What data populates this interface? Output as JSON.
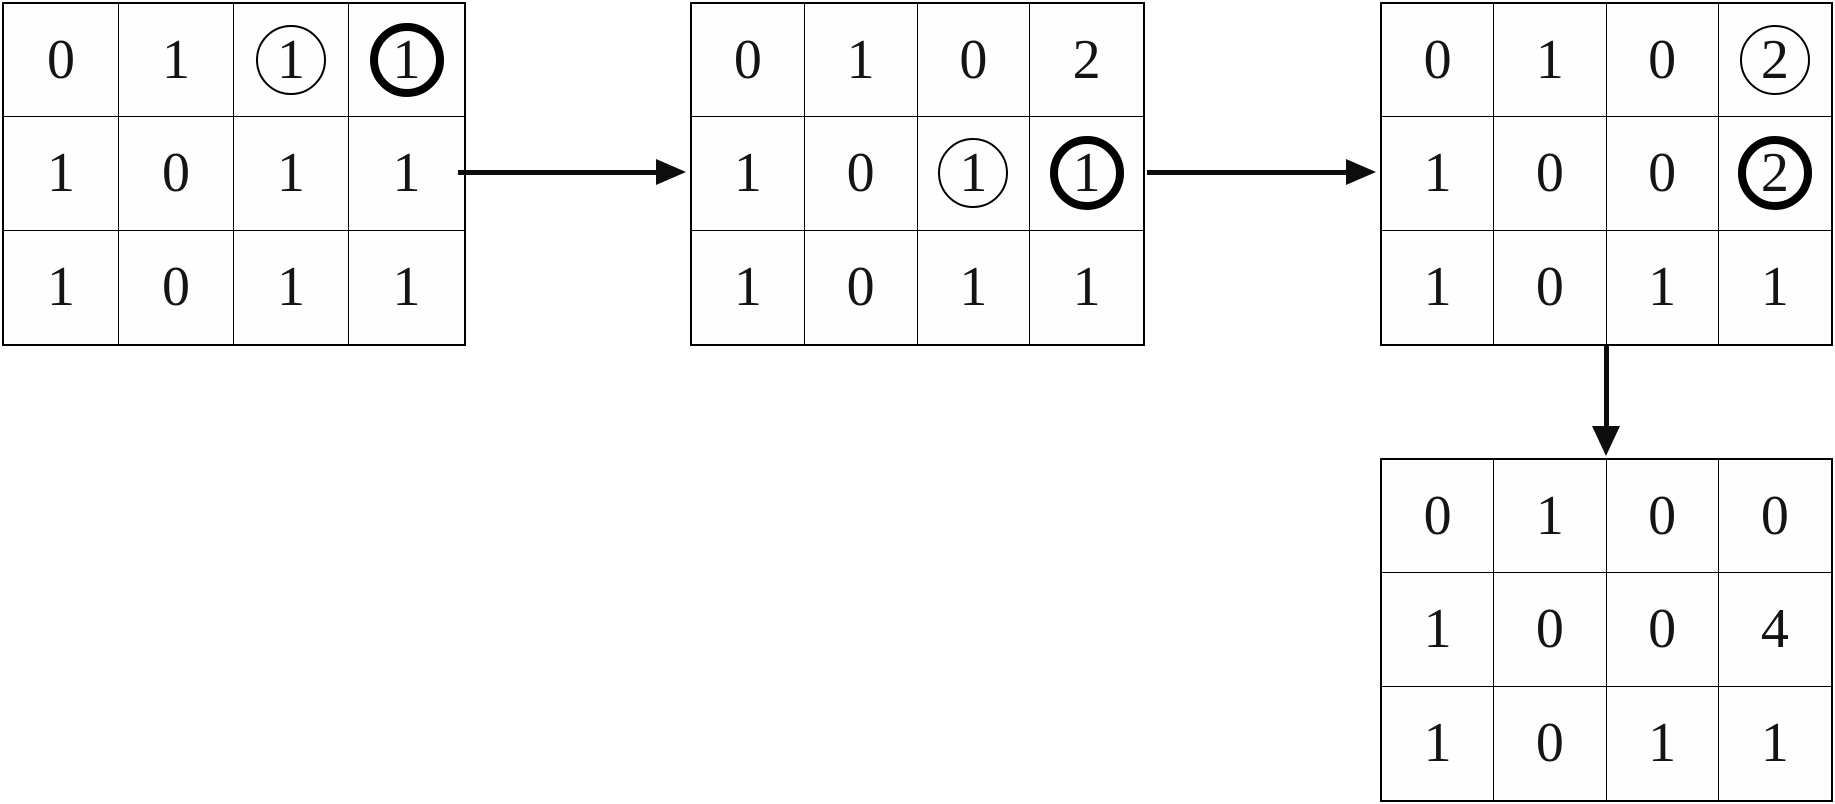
{
  "diagram": {
    "description": "Four-step matrix cell-merge diagram: circled pairs of equal adjacent values merge (1+1 becomes 2, 2+2 becomes 4)",
    "colors": {
      "background": "#ffffff",
      "grid_line": "#000000",
      "text": "#141414",
      "arrow": "#0d0d0d",
      "circle_annotation": "#000000"
    },
    "grids": {
      "step1": {
        "cells": [
          [
            "0",
            "1",
            "1",
            "1"
          ],
          [
            "1",
            "0",
            "1",
            "1"
          ],
          [
            "1",
            "0",
            "1",
            "1"
          ]
        ],
        "circles": [
          {
            "row": 1,
            "col": 3,
            "style": "thin"
          },
          {
            "row": 1,
            "col": 4,
            "style": "bold"
          }
        ]
      },
      "step2": {
        "cells": [
          [
            "0",
            "1",
            "0",
            "2"
          ],
          [
            "1",
            "0",
            "1",
            "1"
          ],
          [
            "1",
            "0",
            "1",
            "1"
          ]
        ],
        "circles": [
          {
            "row": 2,
            "col": 3,
            "style": "thin"
          },
          {
            "row": 2,
            "col": 4,
            "style": "bold"
          }
        ]
      },
      "step3": {
        "cells": [
          [
            "0",
            "1",
            "0",
            "2"
          ],
          [
            "1",
            "0",
            "0",
            "2"
          ],
          [
            "1",
            "0",
            "1",
            "1"
          ]
        ],
        "circles": [
          {
            "row": 1,
            "col": 4,
            "style": "thin"
          },
          {
            "row": 2,
            "col": 4,
            "style": "bold"
          }
        ]
      },
      "step4": {
        "cells": [
          [
            "0",
            "1",
            "0",
            "0"
          ],
          [
            "1",
            "0",
            "0",
            "4"
          ],
          [
            "1",
            "0",
            "1",
            "1"
          ]
        ],
        "circles": []
      }
    },
    "arrows": [
      {
        "from": "step1",
        "to": "step2",
        "direction": "right"
      },
      {
        "from": "step2",
        "to": "step3",
        "direction": "right"
      },
      {
        "from": "step3",
        "to": "step4",
        "direction": "down"
      }
    ]
  }
}
